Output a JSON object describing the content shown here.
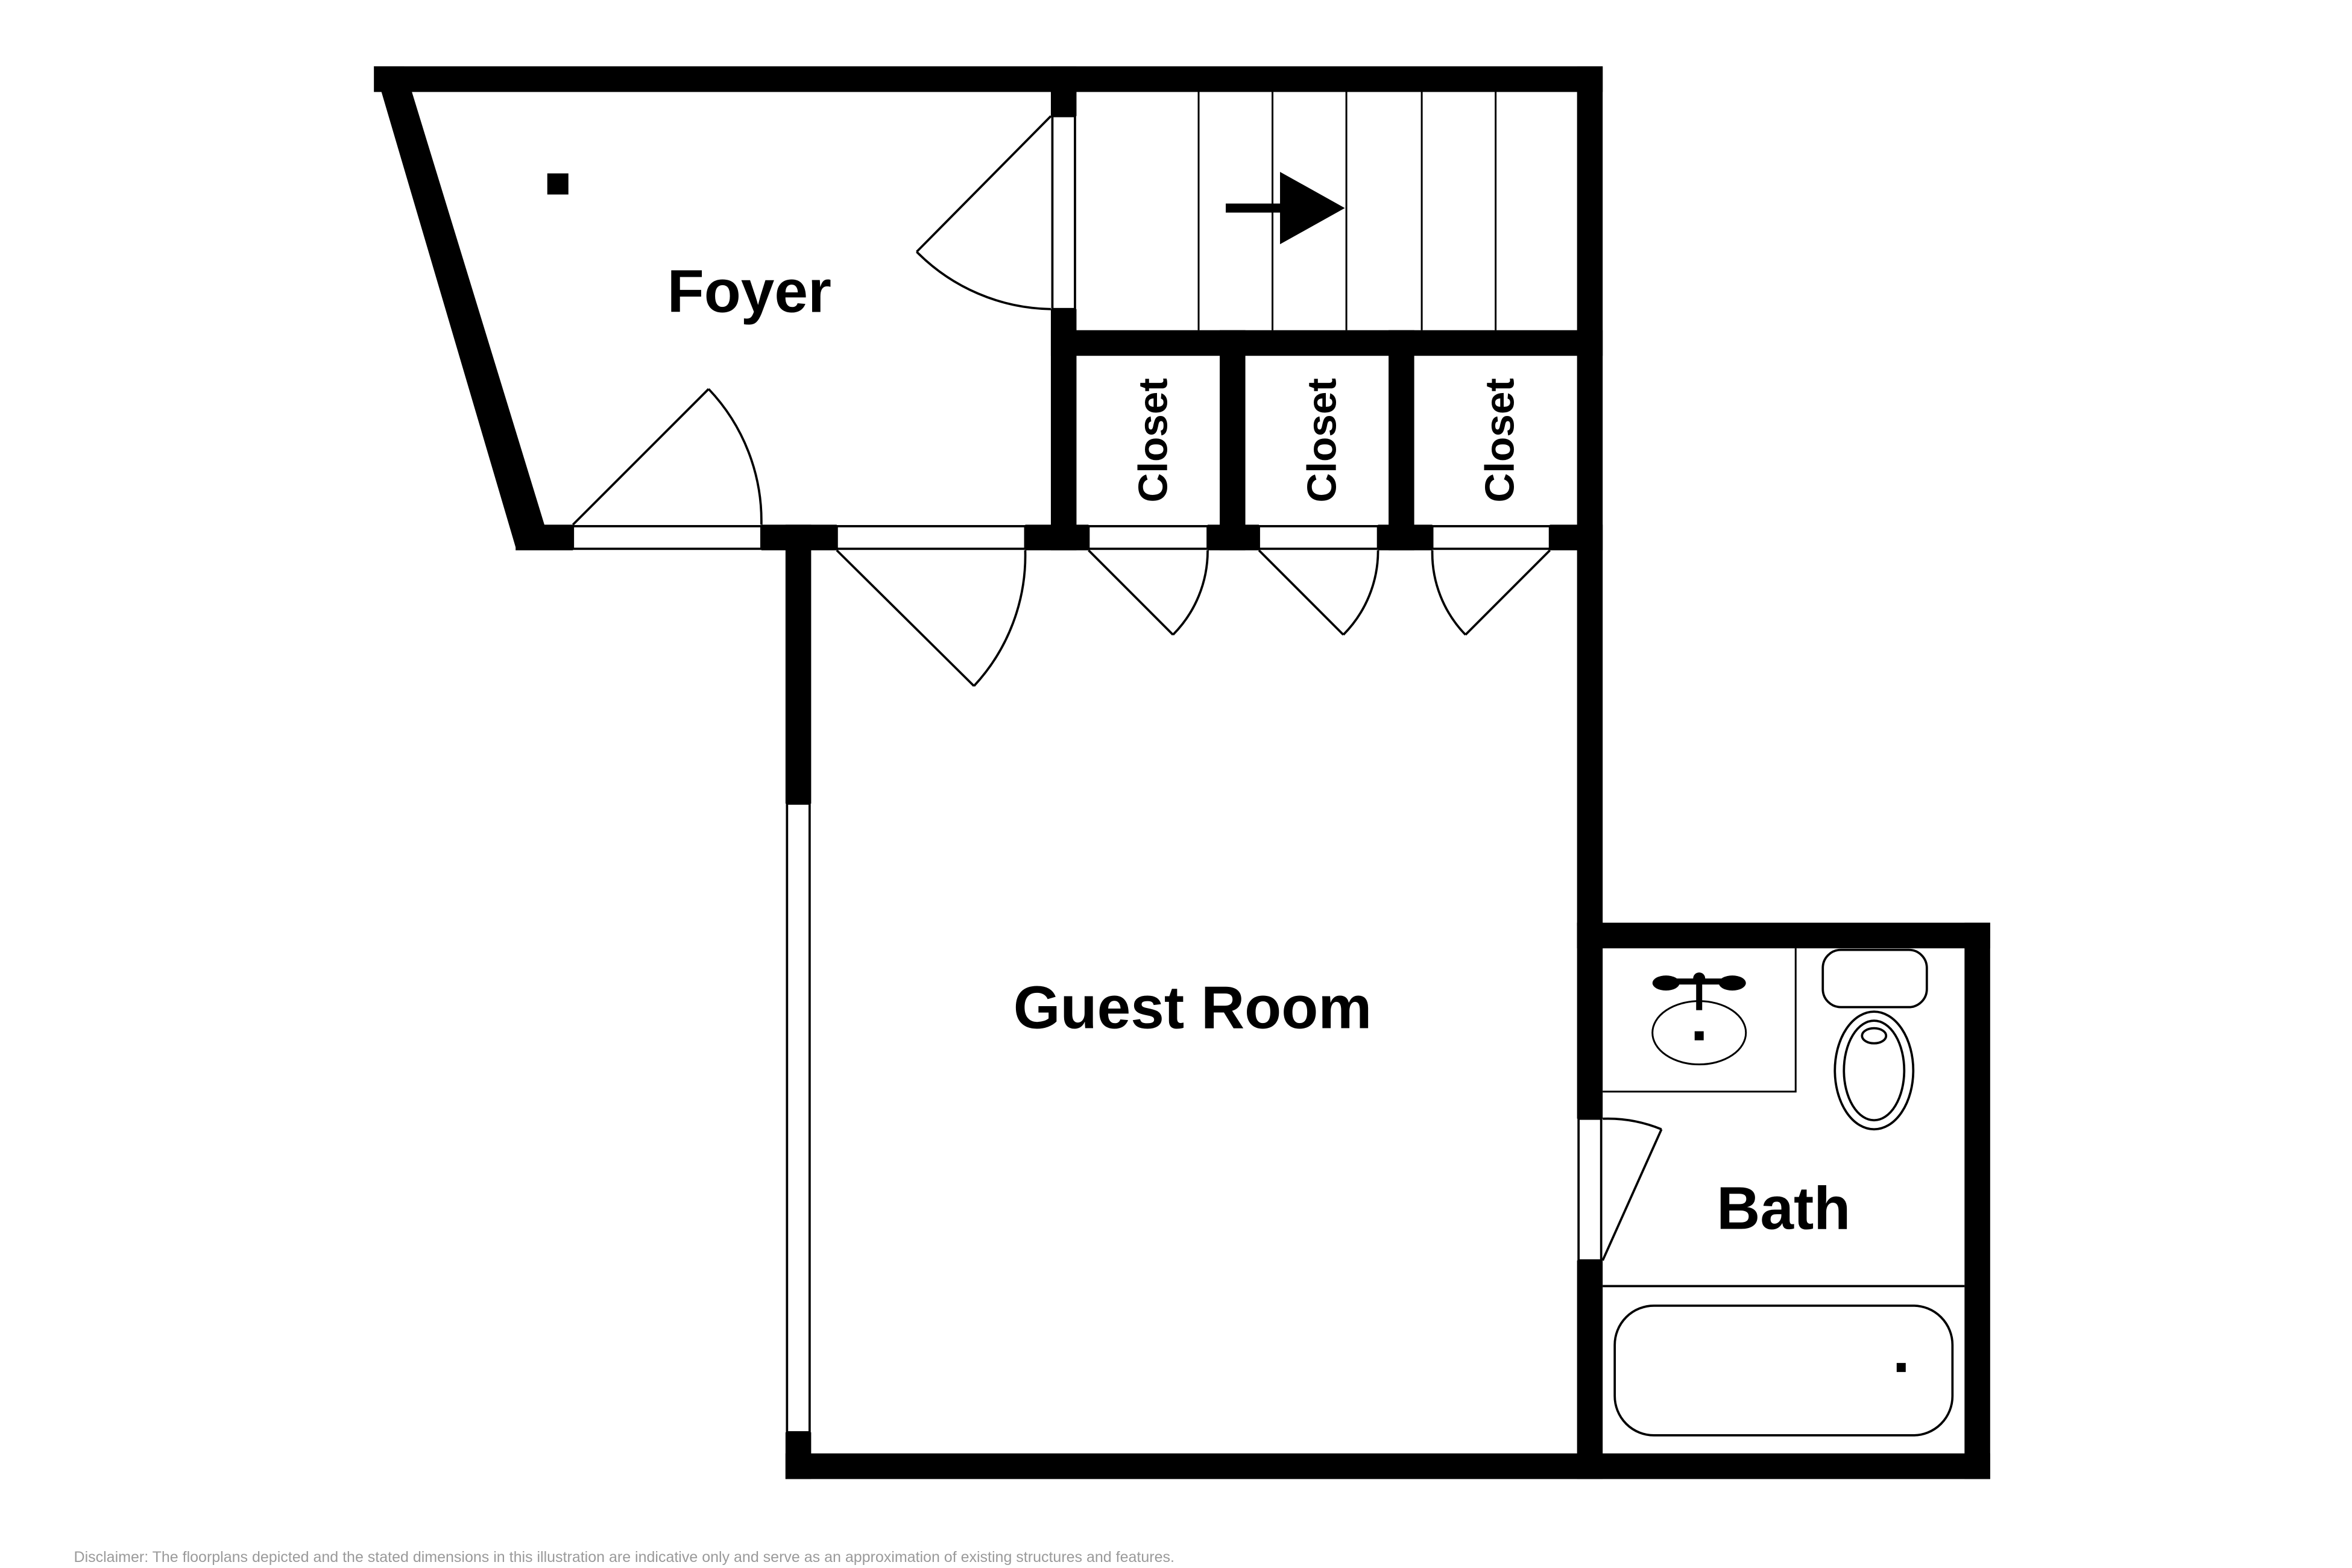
{
  "rooms": {
    "foyer": "Foyer",
    "guest_room": "Guest Room",
    "bath": "Bath",
    "closet_1": "Closet",
    "closet_2": "Closet",
    "closet_3": "Closet"
  },
  "disclaimer": "Disclaimer: The floorplans depicted and the stated dimensions in this illustration are indicative only and serve as an approximation of existing structures and features.",
  "colors": {
    "wall": "#000000",
    "background": "#ffffff",
    "disclaimer_text": "#9a9a9a"
  },
  "icons": [
    "stair-arrow-icon",
    "sink-icon",
    "toilet-icon",
    "bathtub-icon"
  ]
}
